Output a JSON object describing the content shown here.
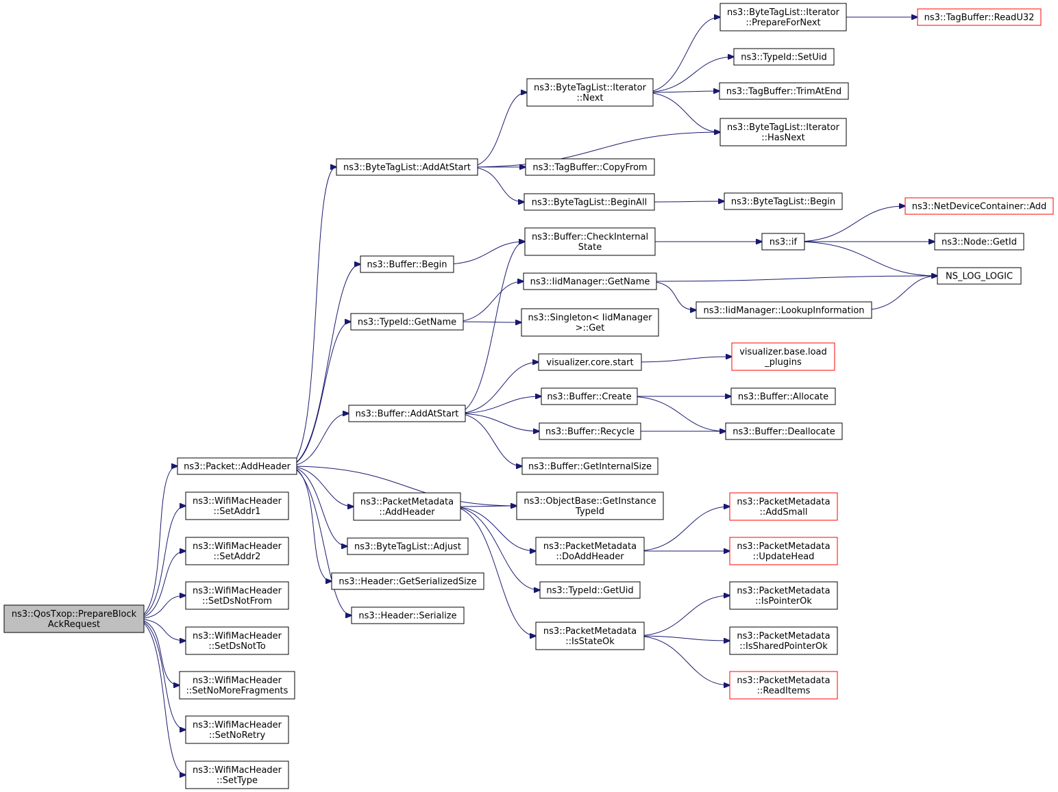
{
  "colors": {
    "edge": "#191970",
    "root_fill": "#bfbfbf",
    "root_stroke": "#000000",
    "normal_stroke": "#000000",
    "truncated_stroke": "#ff0000",
    "node_fill": "#ffffff"
  },
  "nodes": [
    {
      "id": "root",
      "kind": "root",
      "lines": [
        "ns3::QosTxop::PrepareBlock",
        "AckRequest"
      ]
    },
    {
      "id": "packet_addheader",
      "kind": "normal",
      "lines": [
        "ns3::Packet::AddHeader"
      ]
    },
    {
      "id": "setaddr1",
      "kind": "normal",
      "lines": [
        "ns3::WifiMacHeader",
        "::SetAddr1"
      ]
    },
    {
      "id": "setaddr2",
      "kind": "normal",
      "lines": [
        "ns3::WifiMacHeader",
        "::SetAddr2"
      ]
    },
    {
      "id": "setdsnotfrom",
      "kind": "normal",
      "lines": [
        "ns3::WifiMacHeader",
        "::SetDsNotFrom"
      ]
    },
    {
      "id": "setdsnotto",
      "kind": "normal",
      "lines": [
        "ns3::WifiMacHeader",
        "::SetDsNotTo"
      ]
    },
    {
      "id": "setnomorefragments",
      "kind": "normal",
      "lines": [
        "ns3::WifiMacHeader",
        "::SetNoMoreFragments"
      ]
    },
    {
      "id": "setnoretry",
      "kind": "normal",
      "lines": [
        "ns3::WifiMacHeader",
        "::SetNoRetry"
      ]
    },
    {
      "id": "settype",
      "kind": "normal",
      "lines": [
        "ns3::WifiMacHeader",
        "::SetType"
      ]
    },
    {
      "id": "btl_addatstart",
      "kind": "normal",
      "lines": [
        "ns3::ByteTagList::AddAtStart"
      ]
    },
    {
      "id": "buffer_begin",
      "kind": "normal",
      "lines": [
        "ns3::Buffer::Begin"
      ]
    },
    {
      "id": "typeid_getname",
      "kind": "normal",
      "lines": [
        "ns3::TypeId::GetName"
      ]
    },
    {
      "id": "buffer_addatstart",
      "kind": "normal",
      "lines": [
        "ns3::Buffer::AddAtStart"
      ]
    },
    {
      "id": "pm_addheader",
      "kind": "normal",
      "lines": [
        "ns3::PacketMetadata",
        "::AddHeader"
      ]
    },
    {
      "id": "btl_adjust",
      "kind": "normal",
      "lines": [
        "ns3::ByteTagList::Adjust"
      ]
    },
    {
      "id": "header_getserializedsize",
      "kind": "normal",
      "lines": [
        "ns3::Header::GetSerializedSize"
      ]
    },
    {
      "id": "header_serialize",
      "kind": "normal",
      "lines": [
        "ns3::Header::Serialize"
      ]
    },
    {
      "id": "btli_next",
      "kind": "normal",
      "lines": [
        "ns3::ByteTagList::Iterator",
        "::Next"
      ]
    },
    {
      "id": "tagbuffer_copyfrom",
      "kind": "normal",
      "lines": [
        "ns3::TagBuffer::CopyFrom"
      ]
    },
    {
      "id": "btl_beginall",
      "kind": "normal",
      "lines": [
        "ns3::ByteTagList::BeginAll"
      ]
    },
    {
      "id": "buffer_checkinternalstate",
      "kind": "normal",
      "lines": [
        "ns3::Buffer::CheckInternal",
        "State"
      ]
    },
    {
      "id": "iidmanager_getname",
      "kind": "normal",
      "lines": [
        "ns3::IidManager::GetName"
      ]
    },
    {
      "id": "singleton_get",
      "kind": "normal",
      "lines": [
        "ns3::Singleton< IidManager",
        ">::Get"
      ]
    },
    {
      "id": "vis_core_start",
      "kind": "normal",
      "lines": [
        "visualizer.core.start"
      ]
    },
    {
      "id": "buffer_create",
      "kind": "normal",
      "lines": [
        "ns3::Buffer::Create"
      ]
    },
    {
      "id": "buffer_recycle",
      "kind": "normal",
      "lines": [
        "ns3::Buffer::Recycle"
      ]
    },
    {
      "id": "buffer_getinternalsize",
      "kind": "normal",
      "lines": [
        "ns3::Buffer::GetInternalSize"
      ]
    },
    {
      "id": "objectbase_getinstancetypeid",
      "kind": "normal",
      "lines": [
        "ns3::ObjectBase::GetInstance",
        "TypeId"
      ]
    },
    {
      "id": "pm_doaddheader",
      "kind": "normal",
      "lines": [
        "ns3::PacketMetadata",
        "::DoAddHeader"
      ]
    },
    {
      "id": "typeid_getuid",
      "kind": "normal",
      "lines": [
        "ns3::TypeId::GetUid"
      ]
    },
    {
      "id": "pm_isstateok",
      "kind": "normal",
      "lines": [
        "ns3::PacketMetadata",
        "::IsStateOk"
      ]
    },
    {
      "id": "btli_preparefornext",
      "kind": "normal",
      "lines": [
        "ns3::ByteTagList::Iterator",
        "::PrepareForNext"
      ]
    },
    {
      "id": "typeid_setuid",
      "kind": "normal",
      "lines": [
        "ns3::TypeId::SetUid"
      ]
    },
    {
      "id": "tagbuffer_trimatend",
      "kind": "normal",
      "lines": [
        "ns3::TagBuffer::TrimAtEnd"
      ]
    },
    {
      "id": "btli_hasnext",
      "kind": "normal",
      "lines": [
        "ns3::ByteTagList::Iterator",
        "::HasNext"
      ]
    },
    {
      "id": "btl_begin",
      "kind": "normal",
      "lines": [
        "ns3::ByteTagList::Begin"
      ]
    },
    {
      "id": "ns3_if",
      "kind": "normal",
      "lines": [
        "ns3::if"
      ]
    },
    {
      "id": "iidmanager_lookupinformation",
      "kind": "normal",
      "lines": [
        "ns3::IidManager::LookupInformation"
      ]
    },
    {
      "id": "vis_base_loadplugins",
      "kind": "truncated",
      "lines": [
        "visualizer.base.load",
        "_plugins"
      ]
    },
    {
      "id": "buffer_allocate",
      "kind": "normal",
      "lines": [
        "ns3::Buffer::Allocate"
      ]
    },
    {
      "id": "buffer_deallocate",
      "kind": "normal",
      "lines": [
        "ns3::Buffer::Deallocate"
      ]
    },
    {
      "id": "pm_addsmall",
      "kind": "truncated",
      "lines": [
        "ns3::PacketMetadata",
        "::AddSmall"
      ]
    },
    {
      "id": "pm_updatehead",
      "kind": "truncated",
      "lines": [
        "ns3::PacketMetadata",
        "::UpdateHead"
      ]
    },
    {
      "id": "pm_ispointerok",
      "kind": "normal",
      "lines": [
        "ns3::PacketMetadata",
        "::IsPointerOk"
      ]
    },
    {
      "id": "pm_issharedpointerok",
      "kind": "normal",
      "lines": [
        "ns3::PacketMetadata",
        "::IsSharedPointerOk"
      ]
    },
    {
      "id": "pm_readitems",
      "kind": "truncated",
      "lines": [
        "ns3::PacketMetadata",
        "::ReadItems"
      ]
    },
    {
      "id": "tagbuffer_readu32",
      "kind": "truncated",
      "lines": [
        "ns3::TagBuffer::ReadU32"
      ]
    },
    {
      "id": "netdevicecontainer_add",
      "kind": "truncated",
      "lines": [
        "ns3::NetDeviceContainer::Add"
      ]
    },
    {
      "id": "node_getid",
      "kind": "normal",
      "lines": [
        "ns3::Node::GetId"
      ]
    },
    {
      "id": "ns_log_logic",
      "kind": "normal",
      "lines": [
        "NS_LOG_LOGIC"
      ]
    }
  ],
  "edges": [
    [
      "root",
      "packet_addheader"
    ],
    [
      "root",
      "setaddr1"
    ],
    [
      "root",
      "setaddr2"
    ],
    [
      "root",
      "setdsnotfrom"
    ],
    [
      "root",
      "setdsnotto"
    ],
    [
      "root",
      "setnomorefragments"
    ],
    [
      "root",
      "setnoretry"
    ],
    [
      "root",
      "settype"
    ],
    [
      "packet_addheader",
      "btl_addatstart"
    ],
    [
      "packet_addheader",
      "buffer_begin"
    ],
    [
      "packet_addheader",
      "typeid_getname"
    ],
    [
      "packet_addheader",
      "buffer_addatstart"
    ],
    [
      "packet_addheader",
      "pm_addheader"
    ],
    [
      "packet_addheader",
      "btl_adjust"
    ],
    [
      "packet_addheader",
      "header_getserializedsize"
    ],
    [
      "packet_addheader",
      "header_serialize"
    ],
    [
      "packet_addheader",
      "objectbase_getinstancetypeid"
    ],
    [
      "btl_addatstart",
      "btli_next"
    ],
    [
      "btl_addatstart",
      "btli_hasnext"
    ],
    [
      "btl_addatstart",
      "tagbuffer_copyfrom"
    ],
    [
      "btl_addatstart",
      "btl_beginall"
    ],
    [
      "btli_next",
      "btli_preparefornext"
    ],
    [
      "btli_next",
      "typeid_setuid"
    ],
    [
      "btli_next",
      "tagbuffer_trimatend"
    ],
    [
      "btli_next",
      "btli_hasnext"
    ],
    [
      "btli_preparefornext",
      "tagbuffer_readu32"
    ],
    [
      "btl_beginall",
      "btl_begin"
    ],
    [
      "buffer_begin",
      "buffer_checkinternalstate"
    ],
    [
      "buffer_checkinternalstate",
      "ns3_if"
    ],
    [
      "ns3_if",
      "netdevicecontainer_add"
    ],
    [
      "ns3_if",
      "node_getid"
    ],
    [
      "ns3_if",
      "ns_log_logic"
    ],
    [
      "typeid_getname",
      "iidmanager_getname"
    ],
    [
      "typeid_getname",
      "singleton_get"
    ],
    [
      "iidmanager_getname",
      "ns_log_logic"
    ],
    [
      "iidmanager_getname",
      "iidmanager_lookupinformation"
    ],
    [
      "iidmanager_lookupinformation",
      "ns_log_logic"
    ],
    [
      "buffer_addatstart",
      "buffer_checkinternalstate"
    ],
    [
      "buffer_addatstart",
      "vis_core_start"
    ],
    [
      "buffer_addatstart",
      "buffer_create"
    ],
    [
      "buffer_addatstart",
      "buffer_recycle"
    ],
    [
      "buffer_addatstart",
      "buffer_getinternalsize"
    ],
    [
      "vis_core_start",
      "vis_base_loadplugins"
    ],
    [
      "buffer_create",
      "buffer_allocate"
    ],
    [
      "buffer_create",
      "buffer_deallocate"
    ],
    [
      "buffer_recycle",
      "buffer_deallocate"
    ],
    [
      "pm_addheader",
      "objectbase_getinstancetypeid"
    ],
    [
      "pm_addheader",
      "pm_doaddheader"
    ],
    [
      "pm_addheader",
      "typeid_getuid"
    ],
    [
      "pm_addheader",
      "pm_isstateok"
    ],
    [
      "pm_doaddheader",
      "pm_addsmall"
    ],
    [
      "pm_doaddheader",
      "pm_updatehead"
    ],
    [
      "pm_isstateok",
      "pm_ispointerok"
    ],
    [
      "pm_isstateok",
      "pm_issharedpointerok"
    ],
    [
      "pm_isstateok",
      "pm_readitems"
    ]
  ]
}
